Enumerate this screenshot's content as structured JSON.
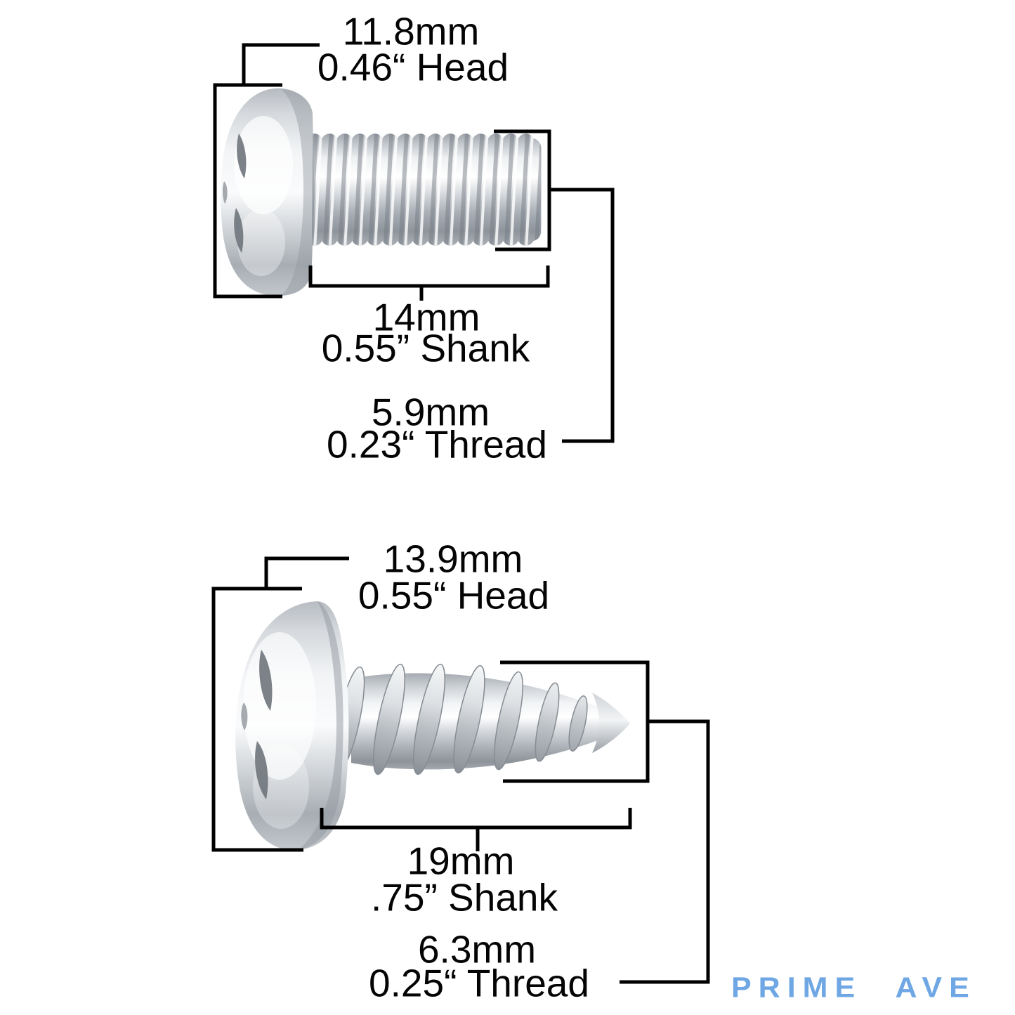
{
  "screws": {
    "top": {
      "type": "pan-head machine screw",
      "head_mm": "11.8mm",
      "head_in": "0.46“ Head",
      "shank_mm": "14mm",
      "shank_in": "0.55” Shank",
      "thread_mm": "5.9mm",
      "thread_in": "0.23“ Thread"
    },
    "bottom": {
      "type": "truss-head self-tapping screw",
      "head_mm": "13.9mm",
      "head_in": "0.55“ Head",
      "shank_mm": "19mm",
      "shank_in": ".75” Shank",
      "thread_mm": "6.3mm",
      "thread_in": "0.25“ Thread"
    }
  },
  "logo": {
    "text": "PRIME AVE",
    "color": "#6FA7E5"
  },
  "annotation_color": "#000000",
  "background_color": "#ffffff"
}
